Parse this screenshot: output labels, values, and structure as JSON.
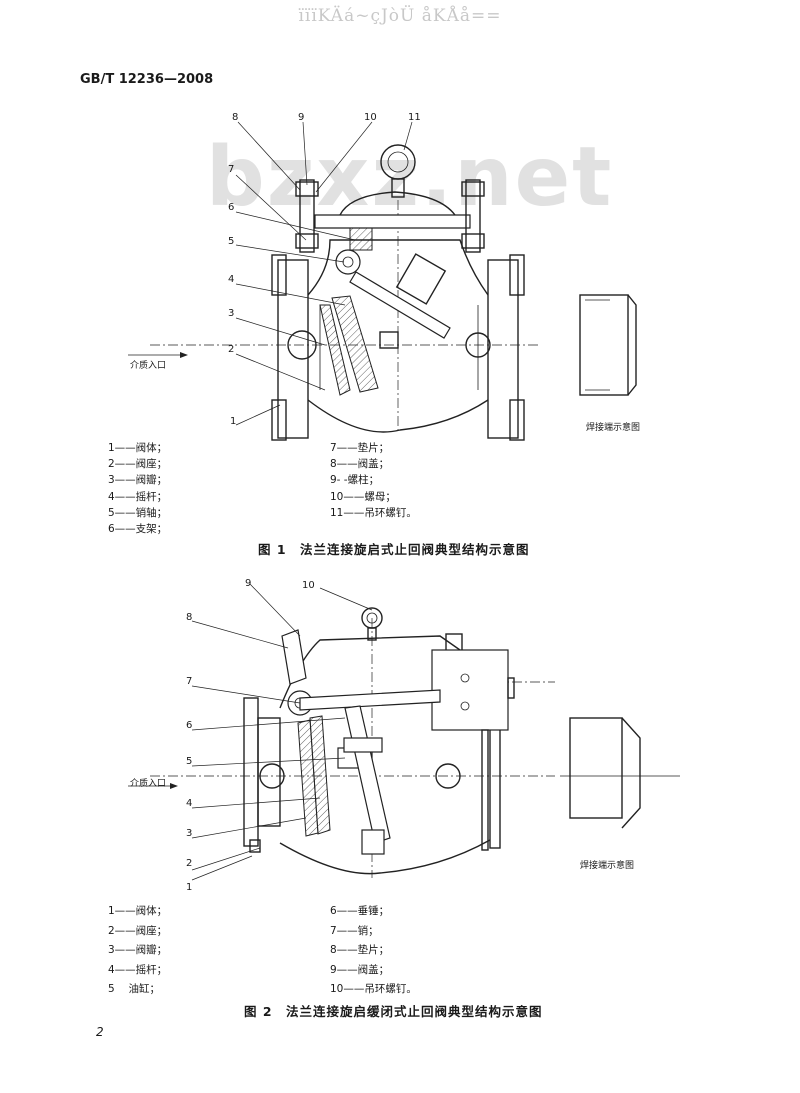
{
  "header": {
    "garbled_title": "ïïïKÄá~çJòÜ åKÅå==",
    "standard_no": "GB/T 12236—2008"
  },
  "watermark": "bzxz.net",
  "figure1": {
    "caption": "图 1　法兰连接旋启式止回阀典型结构示意图",
    "flow_label": "介质入口",
    "weld_label": "焊接端示意图",
    "callouts": [
      "1",
      "2",
      "3",
      "4",
      "5",
      "6",
      "7",
      "8",
      "9",
      "10",
      "11"
    ],
    "legend_left": [
      "1——阀体；",
      "2——阀座；",
      "3——阀瓣；",
      "4——摇杆；",
      "5——销轴；",
      "6——支架；"
    ],
    "legend_right": [
      "7——垫片；",
      "8——阀盖；",
      "9- -螺柱；",
      "10——螺母；",
      "11——吊环螺钉。"
    ]
  },
  "figure2": {
    "caption": "图 2　法兰连接旋启缓闭式止回阀典型结构示意图",
    "flow_label": "介质入口",
    "weld_label": "焊接端示意图",
    "callouts": [
      "1",
      "2",
      "3",
      "4",
      "5",
      "6",
      "7",
      "8",
      "9",
      "10"
    ],
    "legend_left": [
      "1——阀体；",
      "2——阀座；",
      "3——阀瓣；",
      "4——摇杆；",
      "5　 油缸；"
    ],
    "legend_right": [
      "6——垂锤；",
      "7——销；",
      "8——垫片；",
      "9——阀盖；",
      "10——吊环螺钉。"
    ]
  },
  "page_number": "2"
}
